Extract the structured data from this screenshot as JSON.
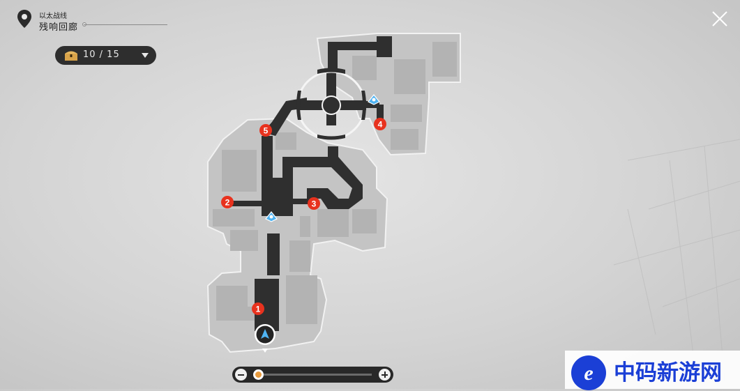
{
  "location": {
    "region": "以太战线",
    "area": "残响回廊"
  },
  "chest_counter": {
    "text": "10 / 15",
    "collected": 10,
    "total": 15
  },
  "markers": [
    {
      "number": "1"
    },
    {
      "number": "2"
    },
    {
      "number": "3"
    },
    {
      "number": "4"
    },
    {
      "number": "5"
    }
  ],
  "zoom": {
    "level": 0.03
  },
  "watermark": {
    "text": "中码新游网",
    "logo_letter": "e"
  },
  "colors": {
    "marker": "#e8321e",
    "waypoint": "#4fb3f2",
    "path": "#2f2f2f",
    "building": "#c4c4c4",
    "zoom_accent": "#e89a3c",
    "watermark": "#1b3fd6"
  },
  "icons": {
    "location": "map-pin-icon",
    "close": "close-icon",
    "chest": "treasure-chest-icon",
    "dropdown": "caret-down-icon",
    "waypoint": "space-anchor-icon",
    "player": "player-arrow-icon"
  }
}
